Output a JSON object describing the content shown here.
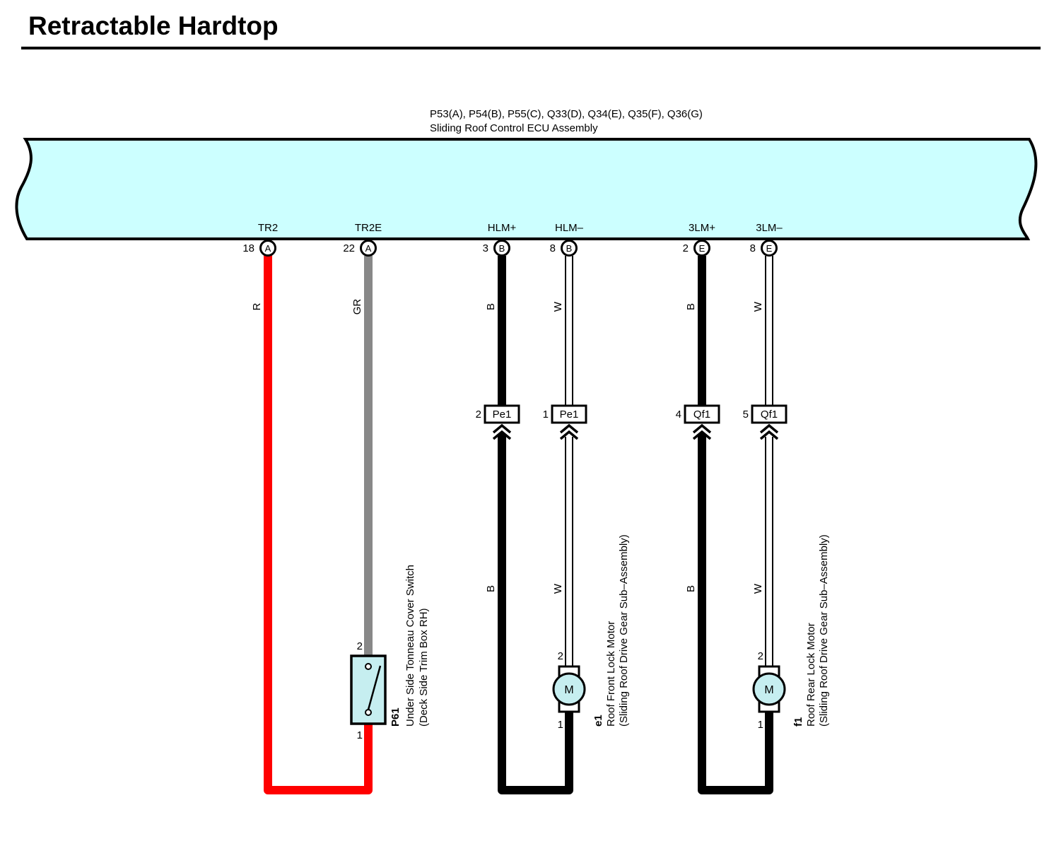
{
  "title": "Retractable Hardtop",
  "colors": {
    "ecu_fill": "#ccffff",
    "component_fill": "#c6eef0",
    "wire_R": "#ff0000",
    "wire_GR": "#888888",
    "wire_B": "#000000",
    "wire_W": "#ffffff"
  },
  "ecu": {
    "connectors": "P53(A), P54(B), P55(C), Q33(D), Q34(E), Q35(F), Q36(G)",
    "name": "Sliding Roof Control ECU Assembly"
  },
  "terminals": [
    {
      "label": "TR2",
      "pin": "18",
      "connector": "A",
      "wire_color": "R"
    },
    {
      "label": "TR2E",
      "pin": "22",
      "connector": "A",
      "wire_color": "GR"
    },
    {
      "label": "HLM+",
      "pin": "3",
      "connector": "B",
      "wire_color": "B"
    },
    {
      "label": "HLM–",
      "pin": "8",
      "connector": "B",
      "wire_color": "W"
    },
    {
      "label": "3LM+",
      "pin": "2",
      "connector": "E",
      "wire_color": "B"
    },
    {
      "label": "3LM–",
      "pin": "8",
      "connector": "E",
      "wire_color": "W"
    }
  ],
  "junctions": [
    {
      "pin": "2",
      "id": "Pe1"
    },
    {
      "pin": "1",
      "id": "Pe1"
    },
    {
      "pin": "4",
      "id": "Qf1"
    },
    {
      "pin": "5",
      "id": "Qf1"
    }
  ],
  "lower_wire_labels": [
    "B",
    "W",
    "B",
    "W"
  ],
  "components": [
    {
      "code": "P61",
      "line1": "Under Side Tonneau Cover Switch",
      "line2": "(Deck Side Trim Box RH)",
      "pin_top": "2",
      "pin_bottom": "1",
      "symbol": "switch-icon"
    },
    {
      "code": "e1",
      "line1": "Roof Front Lock Motor",
      "line2": "(Sliding Roof Drive Gear Sub–Assembly)",
      "pin_top": "2",
      "pin_bottom": "1",
      "symbol_text": "M"
    },
    {
      "code": "f1",
      "line1": "Roof Rear Lock Motor",
      "line2": "(Sliding Roof Drive Gear Sub–Assembly)",
      "pin_top": "2",
      "pin_bottom": "1",
      "symbol_text": "M"
    }
  ]
}
